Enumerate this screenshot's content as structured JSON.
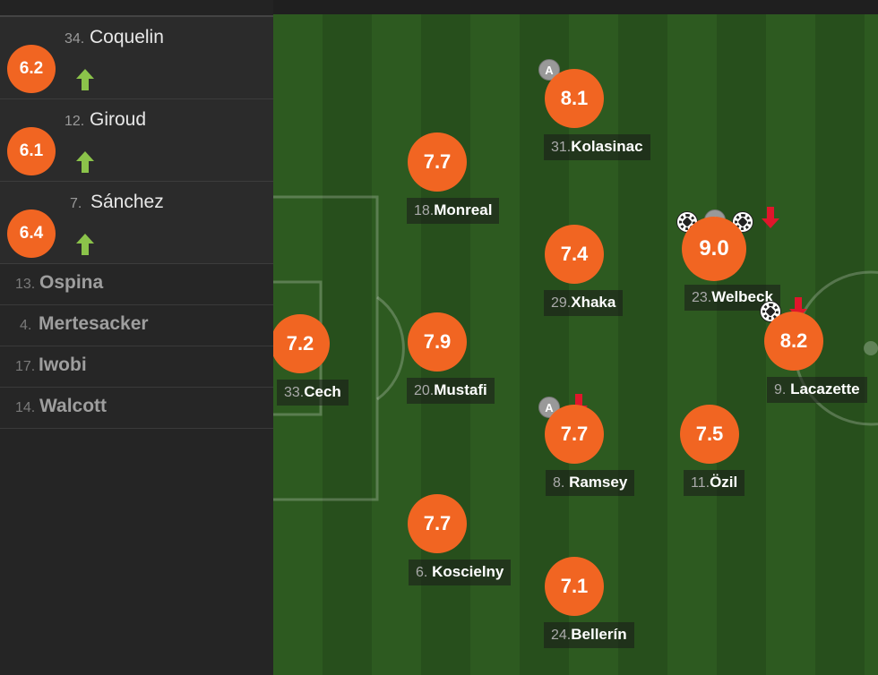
{
  "substitutes_in": [
    {
      "number": "34.",
      "name": "Coquelin",
      "rating": "6.2"
    },
    {
      "number": "12.",
      "name": "Giroud",
      "rating": "6.1"
    },
    {
      "number": "7.",
      "name": "Sánchez",
      "rating": "6.4"
    }
  ],
  "bench": [
    {
      "number": "13.",
      "name": "Ospina"
    },
    {
      "number": "4.",
      "name": "Mertesacker"
    },
    {
      "number": "17.",
      "name": "Iwobi"
    },
    {
      "number": "14.",
      "name": "Walcott"
    }
  ],
  "players": [
    {
      "id": "cech",
      "number": "33.",
      "name": "Cech",
      "rating": "7.2"
    },
    {
      "id": "monreal",
      "number": "18.",
      "name": "Monreal",
      "rating": "7.7"
    },
    {
      "id": "mustafi",
      "number": "20.",
      "name": "Mustafi",
      "rating": "7.9"
    },
    {
      "id": "koscielny",
      "number": "6.",
      "name": "Koscielny",
      "rating": "7.7"
    },
    {
      "id": "kolasinac",
      "number": "31.",
      "name": "Kolasinac",
      "rating": "8.1",
      "assist_badge": "A"
    },
    {
      "id": "xhaka",
      "number": "29.",
      "name": "Xhaka",
      "rating": "7.4"
    },
    {
      "id": "ramsey",
      "number": "8.",
      "name": "Ramsey",
      "rating": "7.7",
      "assist_badge": "A"
    },
    {
      "id": "bellerin",
      "number": "24.",
      "name": "Bellerín",
      "rating": "7.1"
    },
    {
      "id": "welbeck",
      "number": "23.",
      "name": "Welbeck",
      "rating": "9.0",
      "assist_badge": "A"
    },
    {
      "id": "ozil",
      "number": "11.",
      "name": "Özil",
      "rating": "7.5"
    },
    {
      "id": "lacazette",
      "number": "9.",
      "name": "Lacazette",
      "rating": "8.2"
    }
  ],
  "icons": {
    "sub_in": "arrow-up-icon",
    "sub_out": "arrow-down-icon",
    "goal": "football-icon",
    "assist": "assist-badge-icon"
  },
  "colors": {
    "rating_bg": "#f16522",
    "sub_in_arrow": "#8bc34a",
    "sub_out_arrow": "#e0162b",
    "pitch_dark": "#274f1c",
    "pitch_light": "#2d5a20"
  }
}
